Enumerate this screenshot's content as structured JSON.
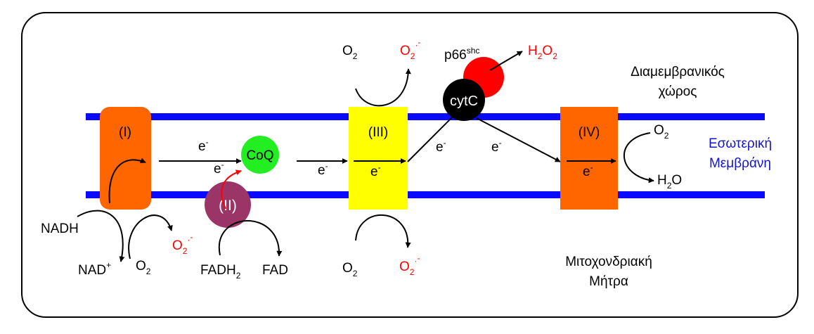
{
  "colors": {
    "membrane": "#0a0aff",
    "complex_orange": "#ff6600",
    "complex_yellow": "#ffff00",
    "coq": "#22ee22",
    "complex_ii": "#9b3567",
    "cytc": "#000000",
    "p66": "#ff0000",
    "ros_text": "#ff0000",
    "region_text": "#1414cc"
  },
  "complexes": {
    "c1": "(I)",
    "c2": "(II)",
    "c3": "(III)",
    "c4": "(IV)"
  },
  "carriers": {
    "coq": "CoQ",
    "cytc": "cytC",
    "p66_base": "p66",
    "p66_sup": "shc"
  },
  "electron": {
    "base": "e",
    "sup": "-"
  },
  "labels": {
    "nadh": "NADH",
    "nad_base": "NAD",
    "nad_sup": "+",
    "o2_base": "O",
    "o2_sub": "2",
    "superoxide_sup": "-",
    "superoxide_dot": "·",
    "fadh2_base": "FADH",
    "fadh2_sub": "2",
    "fad": "FAD",
    "h2o2_h": "H",
    "h2o2_2": "2",
    "h2o2_o": "O",
    "h2o_h": "H",
    "h2o_2": "2",
    "h2o_o": "O"
  },
  "regions": {
    "intermembrane_line1": "Διαμεμβρανικός",
    "intermembrane_line2": "χώρος",
    "inner_membrane_line1": "Εσωτερική",
    "inner_membrane_line2": "Μεμβράνη",
    "matrix_line1": "Μιτοχονδριακή",
    "matrix_line2": "Μήτρα"
  }
}
